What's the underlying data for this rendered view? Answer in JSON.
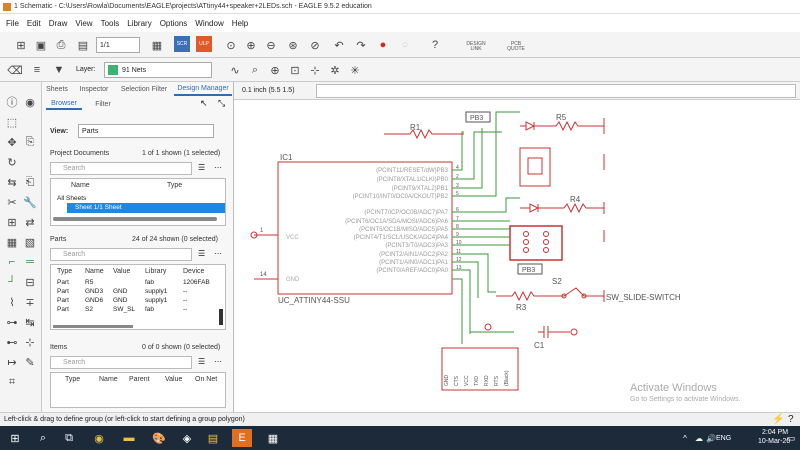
{
  "window": {
    "title": "1 Schematic - C:\\Users\\Rowla\\Documents\\EAGLE\\projects\\ATtiny44+speaker+2LEDs.sch - EAGLE 9.5.2 education"
  },
  "menu": [
    "File",
    "Edit",
    "Draw",
    "View",
    "Tools",
    "Library",
    "Options",
    "Window",
    "Help"
  ],
  "toolbar1": {
    "sheet_select": "1/1",
    "scr_label": "SCR",
    "ulp_label": "ULP",
    "design_link": "DESIGN LINK",
    "pcb_quote": "PCB QUOTE"
  },
  "toolbar2": {
    "layer_label": "Layer:",
    "layer_value": "91 Nets",
    "layer_color": "#3cb371"
  },
  "panel": {
    "tabs": [
      "Sheets",
      "Inspector",
      "Selection Filter",
      "Design Manager"
    ],
    "subtabs": [
      "Browser",
      "Filter"
    ],
    "view_label": "View:",
    "view_value": "Parts",
    "project_documents": {
      "title": "Project Documents",
      "count": "1 of 1 shown (1 selected)",
      "search_placeholder": "Search",
      "columns": [
        "Name",
        "Type"
      ],
      "tree_parent": "All Sheets",
      "tree_child": "Sheet 1/1  Sheet"
    },
    "parts": {
      "title": "Parts",
      "count": "24 of 24 shown (0 selected)",
      "search_placeholder": "Search",
      "columns": [
        "Type",
        "Name",
        "Value",
        "Library",
        "Device"
      ],
      "rows": [
        [
          "Part",
          "R5",
          "",
          "fab",
          "1206FAB"
        ],
        [
          "Part",
          "GND3",
          "GND",
          "supply1",
          "--"
        ],
        [
          "Part",
          "GND6",
          "GND",
          "supply1",
          "--"
        ],
        [
          "Part",
          "S2",
          "SW_SL",
          "fab",
          "--"
        ]
      ]
    },
    "items": {
      "title": "Items",
      "count": "0 of 0 shown (0 selected)",
      "search_placeholder": "Search",
      "columns": [
        "Type",
        "Name",
        "Parent",
        "Value",
        "On Net"
      ]
    }
  },
  "gridbar": {
    "grid_text": "0.1 inch (5.5 1.5)"
  },
  "schematic": {
    "ic_name": "IC1",
    "ic_value": "UC_ATTINY44-SSU",
    "vcc_label": "VCC",
    "gnd_label": "GND",
    "pin_vcc": "1",
    "pin_gnd": "14",
    "pins_left_labels": [
      "(PCINT11/RESET/dW)PB3",
      "(PCINT8/XTAL1/CLKI)PB0",
      "(PCINT9/XTAL2)PB1",
      "(PCINT10/INT0/OC0A/CKOUT)PB2",
      "(PCINT7/ICP/OC0B/ADC7)PA7",
      "(PCINT6/OC1A/SDA/MOSI/ADC6)PA6",
      "(PCINT5/OC1B/MISO/ADC5)PA5",
      "(PCINT4/T1/SCL/USCK/ADC4)PA4",
      "(PCINT3/T0/ADC3)PA3",
      "(PCINT2/AIN1/ADC2)PA2",
      "(PCINT1/AIN0/ADC1)PA1",
      "(PCINT0/AREF/ADC0)PA0"
    ],
    "pin_numbers": [
      "4",
      "2",
      "3",
      "5",
      "6",
      "7",
      "8",
      "9",
      "10",
      "11",
      "12",
      "13"
    ],
    "refs": {
      "r1": "R1",
      "r3": "R3",
      "r4": "R4",
      "r5": "R5",
      "c1": "C1",
      "s2": "S2",
      "pb3_top": "PB3",
      "pb3_mid": "PB3"
    },
    "switch_label": "SW_SLIDE-SWITCH",
    "ftdi_pins": [
      "GND",
      "CTS",
      "VCC",
      "TXD",
      "RXD",
      "RTS",
      "(Black)"
    ]
  },
  "watermark": {
    "line1": "Activate Windows",
    "line2": "Go to Settings to activate Windows."
  },
  "status": {
    "text": "Left-click & drag to define group (or left-click to start defining a group polygon)"
  },
  "taskbar": {
    "lang": "ENG",
    "time": "2:04 PM",
    "date": "10-Mar-20"
  }
}
